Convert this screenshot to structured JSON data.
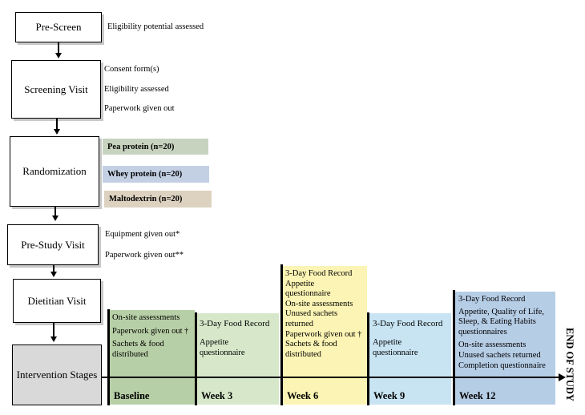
{
  "stages": {
    "prescreen": "Pre-Screen",
    "screening": "Screening Visit",
    "randomization": "Randomization",
    "prestudy": "Pre-Study Visit",
    "dietitian": "Dietitian Visit",
    "intervention": "Intervention Stages"
  },
  "notes": {
    "prescreen": "Eligibility potential assessed",
    "screening": [
      "Consent form(s)",
      "Eligibility assessed",
      "Paperwork given out"
    ],
    "prestudy": [
      "Equipment given out*",
      "Paperwork given out**"
    ]
  },
  "arms": {
    "pea": "Pea protein (n=20)",
    "whey": "Whey protein (n=20)",
    "malto": "Maltodextrin (n=20)"
  },
  "weeks": {
    "baseline": {
      "label": "Baseline",
      "items": [
        "On-site assessments",
        "Paperwork given out †",
        "Sachets & food distributed"
      ]
    },
    "week3": {
      "label": "Week 3",
      "items": [
        "3-Day Food Record",
        "Appetite questionnaire"
      ]
    },
    "week6": {
      "label": "Week 6",
      "items": [
        "3-Day Food Record",
        "Appetite questionnaire",
        "On-site assessments",
        "Unused sachets returned",
        "Paperwork given out †",
        "Sachets & food distributed"
      ]
    },
    "week9": {
      "label": "Week 9",
      "items": [
        "3-Day Food Record",
        "Appetite questionnaire"
      ]
    },
    "week12": {
      "label": "Week 12",
      "items": [
        "3-Day Food Record",
        "Appetite, Quality of Life, Sleep, & Eating Habits questionnaires",
        "On-site assessments",
        "Unused sachets returned",
        "Completion questionnaire"
      ]
    }
  },
  "end_label": "END OF STUDY",
  "colors": {
    "pea": "#c7d3bf",
    "whey": "#c3d0e3",
    "malto": "#ddd2c0",
    "intervention_box": "#d9d9d9",
    "baseline": "#b7cfa6",
    "week3": "#d6e8c9",
    "week6": "#fbf4b4",
    "week9": "#c8e4f3",
    "week12": "#b6cde6"
  }
}
